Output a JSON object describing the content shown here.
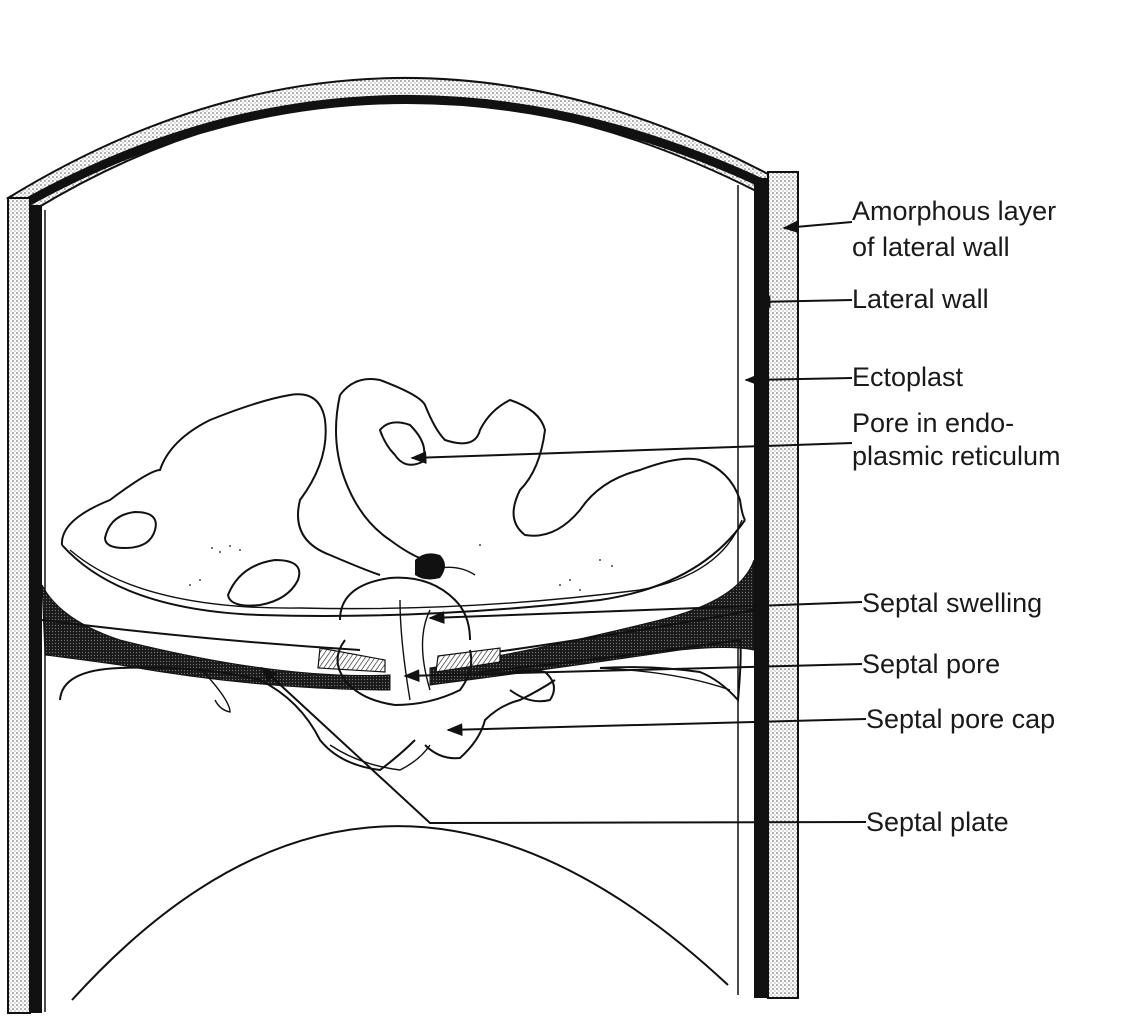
{
  "labels": {
    "amorphous_line1": "Amorphous layer",
    "amorphous_line2": "of lateral wall",
    "lateral_wall": "Lateral wall",
    "ectoplast": "Ectoplast",
    "pore_line1": "Pore in endo-",
    "pore_line2": "plasmic reticulum",
    "septal_swelling": "Septal swelling",
    "septal_pore": "Septal pore",
    "septal_pore_cap": "Septal pore cap",
    "septal_plate": "Septal plate"
  }
}
